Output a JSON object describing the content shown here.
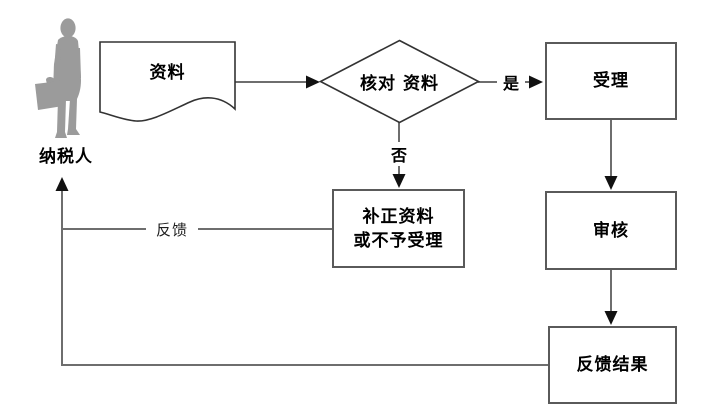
{
  "diagram": {
    "title_implicit": "税务受理流程图",
    "actor": {
      "label": "纳税人",
      "icon": "person-with-briefcase-icon"
    },
    "nodes": {
      "document": {
        "label": "资料",
        "shape": "document"
      },
      "decision": {
        "label": "核对 资料",
        "shape": "diamond"
      },
      "accept": {
        "label": "受理",
        "shape": "rect"
      },
      "review": {
        "label": "审核",
        "shape": "rect"
      },
      "feedback_result": {
        "label": "反馈结果",
        "shape": "rect"
      },
      "correct": {
        "line1": "补正资料",
        "line2": "或不予受理",
        "shape": "rect"
      }
    },
    "edge_labels": {
      "yes": "是",
      "no": "否",
      "feedback": "反馈"
    },
    "colors": {
      "line_color": "#6e6e6e",
      "arrow_color": "#111111",
      "box_border": "#5a5a5a",
      "shape_stroke": "#333333",
      "person_color": "#9b9b9b",
      "text_color": "#000000",
      "bg_color": "#ffffff"
    }
  }
}
